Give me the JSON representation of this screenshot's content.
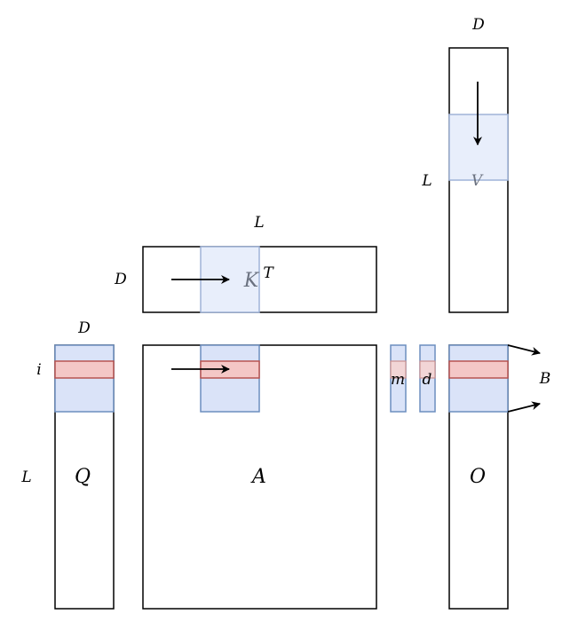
{
  "labels": {
    "v_top_dim": "D",
    "v_side_dim": "L",
    "v_name": "V",
    "k_top_dim": "L",
    "k_side_dim": "D",
    "k_name": "K",
    "k_sup": "T",
    "q_top_dim": "D",
    "row_index": "i",
    "q_side_dim": "L",
    "q_name": "Q",
    "a_name": "A",
    "m_name": "m",
    "d_name": "d",
    "o_name": "O",
    "block_label": "B"
  },
  "colors": {
    "block_fill": "#dae3f8",
    "block_stroke": "#6c8ebf",
    "row_fill": "#f4c7c6",
    "row_stroke": "#b85450"
  }
}
